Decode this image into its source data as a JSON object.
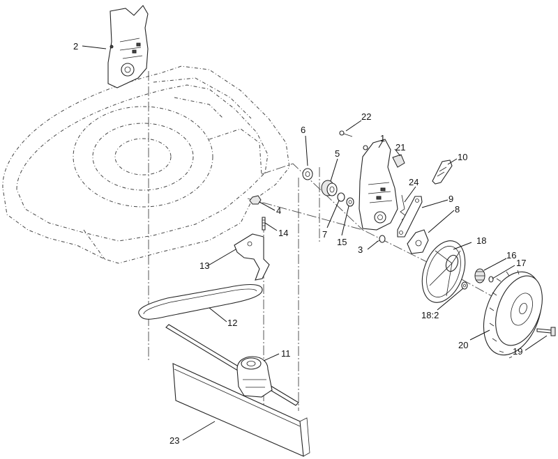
{
  "diagram": {
    "callouts": [
      {
        "id": "2",
        "label": "2"
      },
      {
        "id": "22",
        "label": "22"
      },
      {
        "id": "6",
        "label": "6"
      },
      {
        "id": "1",
        "label": "1"
      },
      {
        "id": "21",
        "label": "21"
      },
      {
        "id": "10",
        "label": "10"
      },
      {
        "id": "5",
        "label": "5"
      },
      {
        "id": "24",
        "label": "24"
      },
      {
        "id": "9",
        "label": "9"
      },
      {
        "id": "4",
        "label": "4"
      },
      {
        "id": "8",
        "label": "8"
      },
      {
        "id": "7",
        "label": "7"
      },
      {
        "id": "15",
        "label": "15"
      },
      {
        "id": "14",
        "label": "14"
      },
      {
        "id": "3",
        "label": "3"
      },
      {
        "id": "18",
        "label": "18"
      },
      {
        "id": "13",
        "label": "13"
      },
      {
        "id": "16",
        "label": "16"
      },
      {
        "id": "17",
        "label": "17"
      },
      {
        "id": "18:2",
        "label": "18:2"
      },
      {
        "id": "12",
        "label": "12"
      },
      {
        "id": "20",
        "label": "20"
      },
      {
        "id": "19",
        "label": "19"
      },
      {
        "id": "11",
        "label": "11"
      },
      {
        "id": "23",
        "label": "23"
      }
    ]
  }
}
